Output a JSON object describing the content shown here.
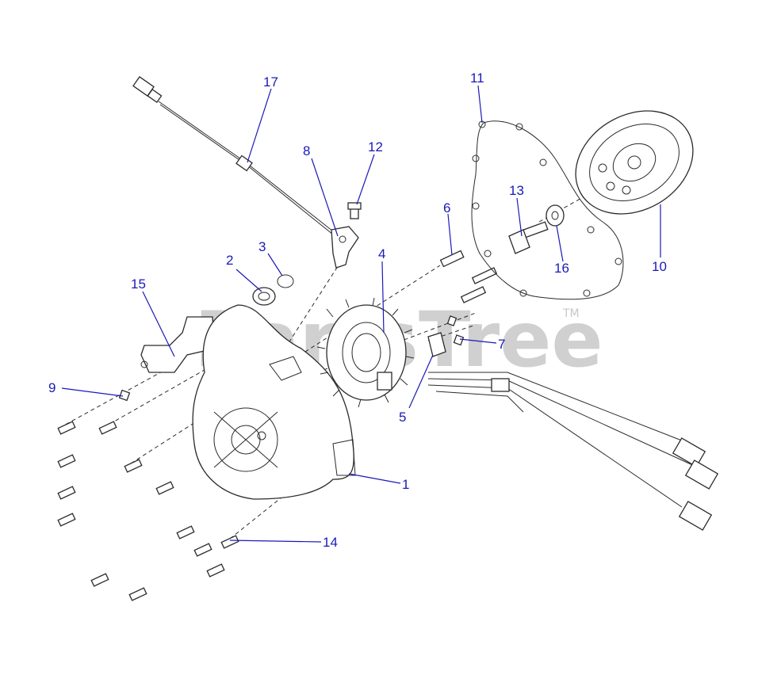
{
  "watermark": {
    "text": "PartsTree",
    "trademark": "TM"
  },
  "callouts": [
    {
      "id": "1",
      "label": "1"
    },
    {
      "id": "2",
      "label": "2"
    },
    {
      "id": "3",
      "label": "3"
    },
    {
      "id": "4",
      "label": "4"
    },
    {
      "id": "5",
      "label": "5"
    },
    {
      "id": "6",
      "label": "6"
    },
    {
      "id": "7",
      "label": "7"
    },
    {
      "id": "8",
      "label": "8"
    },
    {
      "id": "9",
      "label": "9"
    },
    {
      "id": "10",
      "label": "10"
    },
    {
      "id": "11",
      "label": "11"
    },
    {
      "id": "12",
      "label": "12"
    },
    {
      "id": "13",
      "label": "13"
    },
    {
      "id": "14",
      "label": "14"
    },
    {
      "id": "15",
      "label": "15"
    },
    {
      "id": "16",
      "label": "16"
    },
    {
      "id": "17",
      "label": "17"
    }
  ],
  "colors": {
    "callout": "#1a1ab8",
    "line": "#2b2b2b",
    "watermark": "#d0d0d0"
  }
}
